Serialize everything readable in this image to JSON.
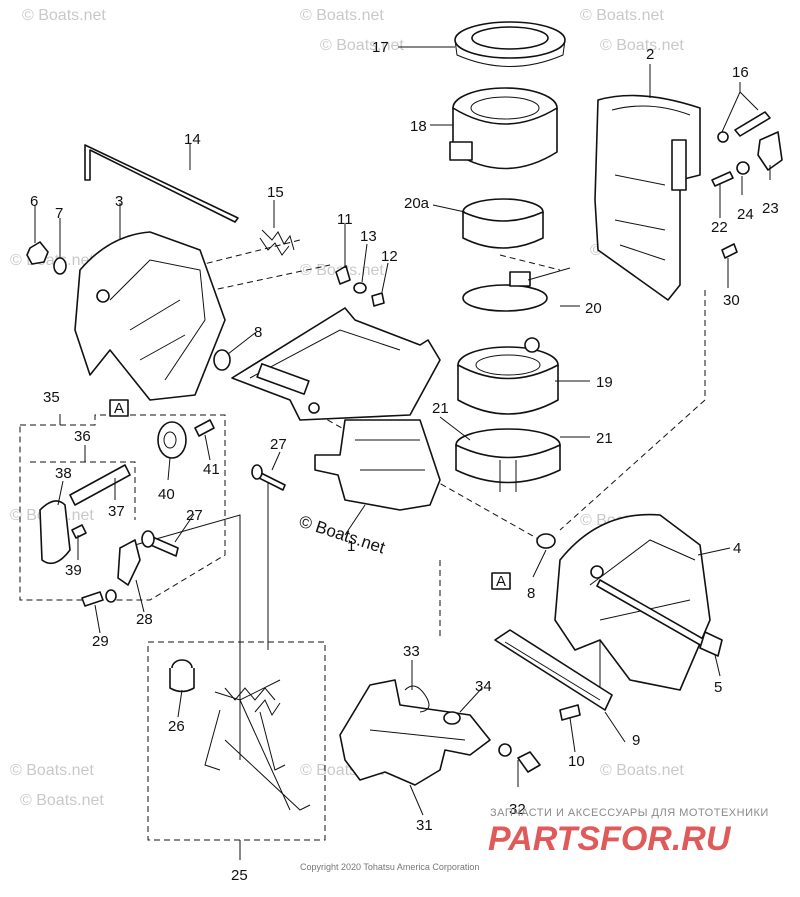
{
  "watermarks": [
    "© Boats.net",
    "© Boats.net",
    "© Boats.net",
    "© Boats.net",
    "© Boats.net",
    "© Boats.net",
    "© Boats.net",
    "© Boats.net",
    "© Boats.net",
    "© Boats.net",
    "© Boats.net",
    "© Boats.net",
    "© Boats.net",
    "© Boats.net"
  ],
  "center_watermark": "© Boats.net",
  "part_labels": [
    "1",
    "2",
    "3",
    "4",
    "5",
    "6",
    "7",
    "8",
    "8",
    "9",
    "10",
    "11",
    "12",
    "13",
    "14",
    "15",
    "16",
    "17",
    "18",
    "19",
    "20",
    "20a",
    "21",
    "21",
    "22",
    "23",
    "24",
    "25",
    "26",
    "27",
    "27",
    "28",
    "29",
    "30",
    "31",
    "32",
    "33",
    "34",
    "35",
    "36",
    "37",
    "38",
    "39",
    "40",
    "41"
  ],
  "detail_markers": [
    "A",
    "A"
  ],
  "copyright": "Copyright 2020 Tohatsu America Corporation",
  "shop": {
    "tagline": "ЗАПЧАСТИ И АКСЕССУАРЫ ДЛЯ МОТОТЕХНИКИ",
    "logo": "PARTSFOR.RU"
  }
}
